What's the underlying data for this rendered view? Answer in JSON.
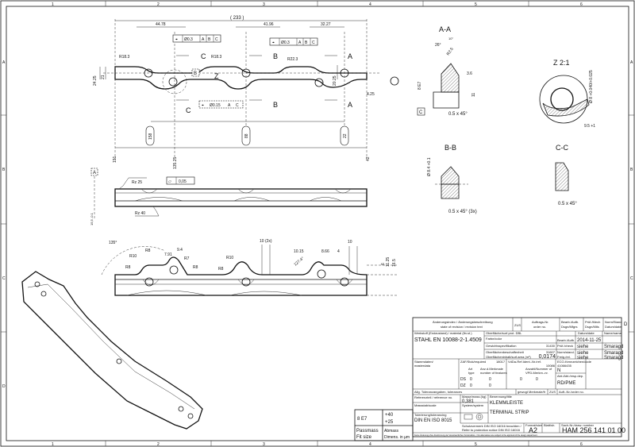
{
  "frame": {
    "zones_top": [
      "1",
      "2",
      "3",
      "4",
      "5",
      "6"
    ],
    "zones_side": [
      "A",
      "B",
      "C",
      "D"
    ]
  },
  "top_view": {
    "overall": "( 233 )",
    "dims": [
      "44.78",
      "41.96",
      "32.27"
    ],
    "fcf1": [
      "⌖",
      "Ø0.3",
      "A",
      "B",
      "C"
    ],
    "fcf2": [
      "⌖",
      "Ø0.3",
      "A",
      "B",
      "C"
    ],
    "fcf3": [
      "⌖",
      "Ø0.15",
      "A",
      "C"
    ],
    "radii": [
      "R18.3",
      "R18.3",
      "R22.3"
    ],
    "section_labels": [
      "C",
      "B",
      "A",
      "C",
      "B",
      "A"
    ],
    "datum_b": "B",
    "detail_z": "Z",
    "left_dims": [
      "24.25",
      "21"
    ],
    "right_dims": [
      "20.25",
      "4.25"
    ],
    "oval_dims": [
      "158",
      "88",
      "22"
    ],
    "vertical_dims": [
      "191",
      "135.25",
      "42"
    ]
  },
  "side_view": {
    "datum_a": "A",
    "rz_top": "Rz 25",
    "rz_bottom": "Rz 40",
    "flatness": [
      "⏥",
      "0,05"
    ],
    "height": "15,5 -0.1"
  },
  "front_view": {
    "labels": [
      "135°",
      "R10",
      "R8",
      "R8",
      "7.91",
      "9.4",
      "R7",
      "R8",
      "R10",
      "R8",
      "10  (2x)",
      "10.15",
      "8.66",
      "4",
      "10",
      "127.4°",
      "6",
      "11.25",
      "16.5"
    ]
  },
  "section_aa": {
    "title": "A-A",
    "dims": [
      "26°",
      "R2.5",
      "8 E7",
      "3.6",
      "11",
      "0.5 x 45°"
    ],
    "datum": "C",
    "angle": "10°"
  },
  "detail_z": {
    "title": "Z 2:1",
    "dims": [
      "Ø 8 +0.040/+0.025",
      "9.5 +1"
    ]
  },
  "section_bb": {
    "title": "B-B",
    "dims": [
      "Ø 8.4 +0.1",
      "0.5 x 45°  (3x)"
    ]
  },
  "section_cc": {
    "title": "C-C",
    "dims": [
      "0.5 x 45°"
    ]
  },
  "fit_table": {
    "fit": "8 E7",
    "upper": "+40",
    "lower": "+25",
    "col1": [
      "Passmass",
      "Fit size"
    ],
    "col2": [
      "Abmass",
      "Dimens. in µm"
    ]
  },
  "title_block": {
    "revision_header": "Änderungsindex / Änderungsbeschreibung",
    "revision_header_en": "state of revision / revision text",
    "zus": "ZUS",
    "order": [
      "Auftrags-Nr.",
      "order no."
    ],
    "drawn": [
      "Bearb./Aufb.",
      "Dsgn/Mfgrs"
    ],
    "checked": [
      "Prüf./Mech",
      "Dsgn/Mtls"
    ],
    "std": [
      "Norm/Stand",
      "Datum/date"
    ],
    "material_label": "Werkstoff (Endzustand) / material (fin.st.)",
    "material": "STAHL EN 10088-2-1.4509",
    "surface": "Oberfläche/surf.prot. DBL",
    "hardness": "Farbe/color",
    "weight_spec": "Gewichtsspezifikation",
    "surf_texture": "Oberflächenbeschaffenheit",
    "surf_area": "Oberflächeninhalt/surf.area (m²)",
    "nums": [
      "31430",
      "31607"
    ],
    "area_val": "0,0174",
    "date_label": "Datum/date",
    "name_label": "Name/name",
    "rows": [
      {
        "role": "Bearb./Aufb.",
        "date": "2014-11-25",
        "name": ""
      },
      {
        "role": "Prüf./check",
        "date": "siehe",
        "name": "Smaragd"
      },
      {
        "role": "Norm/stand.",
        "date": "siehe",
        "name": "Smaragd"
      },
      {
        "role": "Freig./rel.",
        "date": "siehe",
        "name": "Smaragd"
      }
    ],
    "master_data": [
      "Stammdaten/",
      "masterdata"
    ],
    "zaf": "ZAF/Stck/required",
    "zaf_val": "18017",
    "vdfa": "VdDa-Ref.Ident.-Nr./ref.",
    "vdfa_val": "10086",
    "eco": "ECO-Kennzeichen/code",
    "eco_code": "41066435",
    "eco_val": "N",
    "art": [
      "Art",
      "type"
    ],
    "anz": [
      "Anz.d.Merkmale",
      "number of features"
    ],
    "vpd": [
      "Anzahl/Nummer of",
      "VPD-Merkm.-nr."
    ],
    "types": [
      "DS",
      "DZ"
    ],
    "zeros": [
      "0",
      "0",
      "0",
      "0",
      "0",
      "0"
    ],
    "dept_label": "Abt./Abt./resp.dep.",
    "dept": "RD/PME",
    "tolerances": "Allg. Toleranzangaben, tolerances",
    "valid": "gewogt Merkmale/fr",
    "zus2": "ZUS",
    "auft": "Auft.-Nr./order no.",
    "ref_label": "Referenzteil / reference no.",
    "mass_label": "Masse/mass (kg)",
    "mass": "0,381",
    "name_de_label": "Benennung/title",
    "title_de": "KLEMMLEISTE",
    "title_en": "TERMINAL STRIP",
    "scale_label": "Massstab/scale",
    "system_label": "System/system",
    "tol_label": "Tolerierung/tolerancing",
    "tol_std": "DIN EN ISO 8015",
    "protect": [
      "Schutzvermerk DIN ISO 16016 beachten /",
      "Refer to protection notice DIN ISO 16016"
    ],
    "format_label": "Format/size",
    "format": "A2",
    "sheet_label": "Blatt/sh.",
    "drawing_no_label": "Sach-Nr./draw. number",
    "drawing_no": "HAM 256 141 01 00",
    "footer": "Keine Änderung ohne Zustimmung der Verantwortlichen Konstruktion. / No alternatives are subject to the approval of the design department.",
    "side_letter": "D"
  }
}
